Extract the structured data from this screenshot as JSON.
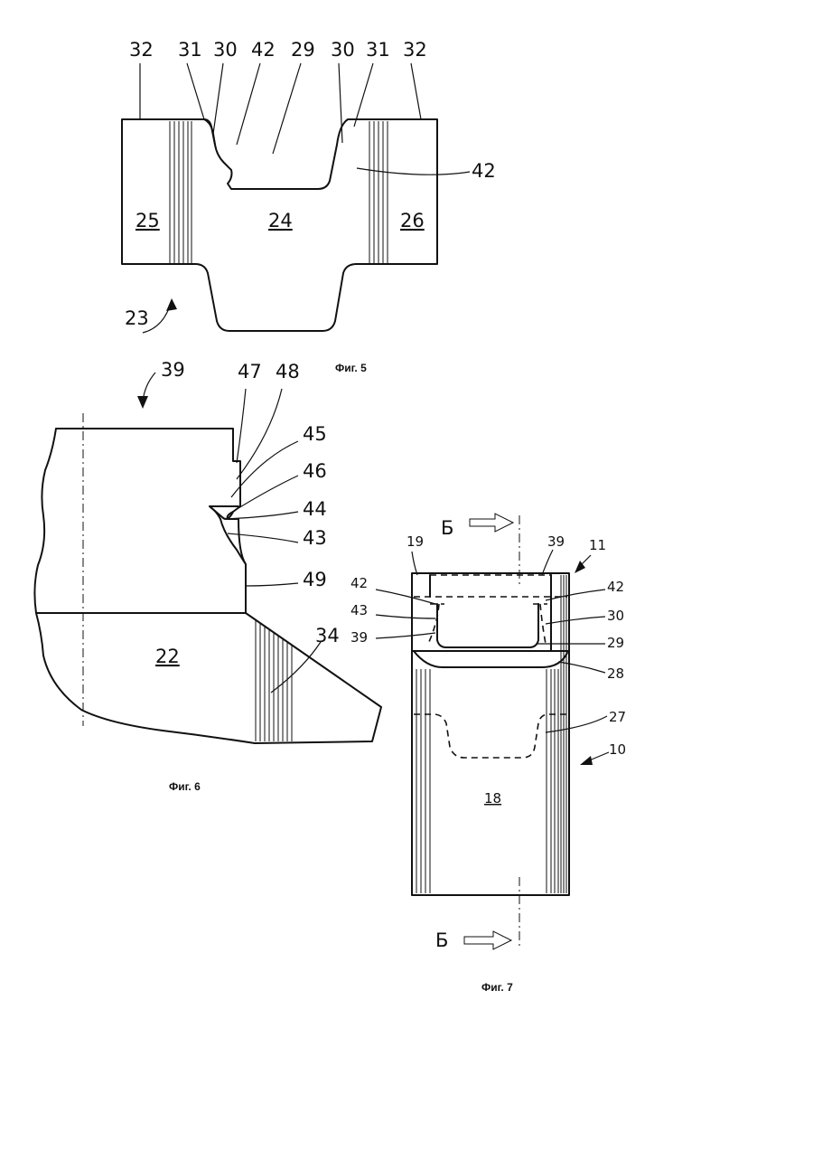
{
  "figures": [
    {
      "caption": "Фиг. 5",
      "labels": {
        "top": [
          "32",
          "31",
          "30",
          "42",
          "29",
          "30",
          "31",
          "32"
        ],
        "right_42": "42",
        "part_25": "25",
        "part_24": "24",
        "part_26": "26",
        "ref_23": "23"
      }
    },
    {
      "caption": "Фиг. 6",
      "labels": {
        "ref_39": "39",
        "l47": "47",
        "l48": "48",
        "l45": "45",
        "l46": "46",
        "l44": "44",
        "l43": "43",
        "l49": "49",
        "l34": "34",
        "part_22": "22"
      }
    },
    {
      "caption": "Фиг. 7",
      "labels": {
        "section_top": "Б",
        "section_bottom": "Б",
        "l19": "19",
        "l39_top": "39",
        "l11": "11",
        "l42_left": "42",
        "l42_right": "42",
        "l43": "43",
        "l39_left": "39",
        "l30": "30",
        "l29": "29",
        "l28": "28",
        "l27": "27",
        "l10": "10",
        "part_18": "18"
      }
    }
  ]
}
